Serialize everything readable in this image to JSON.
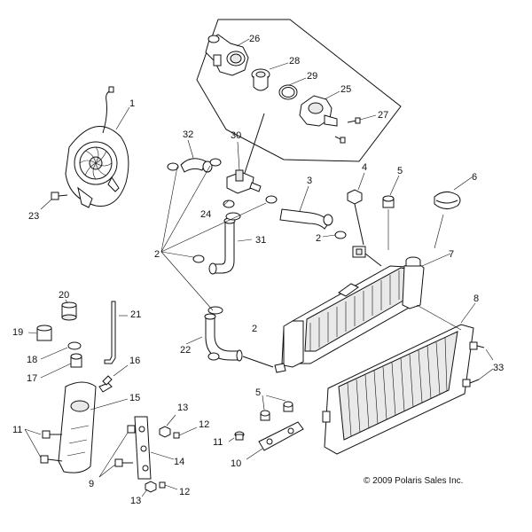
{
  "diagram": {
    "callouts": [
      {
        "id": "c1",
        "text": "1"
      },
      {
        "id": "c2a",
        "text": "2"
      },
      {
        "id": "c2b",
        "text": "2"
      },
      {
        "id": "c2c",
        "text": "2"
      },
      {
        "id": "c3",
        "text": "3"
      },
      {
        "id": "c4",
        "text": "4"
      },
      {
        "id": "c5a",
        "text": "5"
      },
      {
        "id": "c5b",
        "text": "5"
      },
      {
        "id": "c6",
        "text": "6"
      },
      {
        "id": "c7",
        "text": "7"
      },
      {
        "id": "c8",
        "text": "8"
      },
      {
        "id": "c9",
        "text": "9"
      },
      {
        "id": "c10",
        "text": "10"
      },
      {
        "id": "c11a",
        "text": "11"
      },
      {
        "id": "c11b",
        "text": "11"
      },
      {
        "id": "c12a",
        "text": "12"
      },
      {
        "id": "c12b",
        "text": "12"
      },
      {
        "id": "c13a",
        "text": "13"
      },
      {
        "id": "c13b",
        "text": "13"
      },
      {
        "id": "c14",
        "text": "14"
      },
      {
        "id": "c15",
        "text": "15"
      },
      {
        "id": "c16",
        "text": "16"
      },
      {
        "id": "c17",
        "text": "17"
      },
      {
        "id": "c18",
        "text": "18"
      },
      {
        "id": "c19",
        "text": "19"
      },
      {
        "id": "c20",
        "text": "20"
      },
      {
        "id": "c21",
        "text": "21"
      },
      {
        "id": "c22",
        "text": "22"
      },
      {
        "id": "c23",
        "text": "23"
      },
      {
        "id": "c24",
        "text": "24"
      },
      {
        "id": "c25",
        "text": "25"
      },
      {
        "id": "c26",
        "text": "26"
      },
      {
        "id": "c27",
        "text": "27"
      },
      {
        "id": "c28",
        "text": "28"
      },
      {
        "id": "c29",
        "text": "29"
      },
      {
        "id": "c30",
        "text": "30"
      },
      {
        "id": "c31",
        "text": "31"
      },
      {
        "id": "c32",
        "text": "32"
      },
      {
        "id": "c33",
        "text": "33"
      }
    ],
    "copyright": "© 2009 Polaris Sales Inc."
  }
}
